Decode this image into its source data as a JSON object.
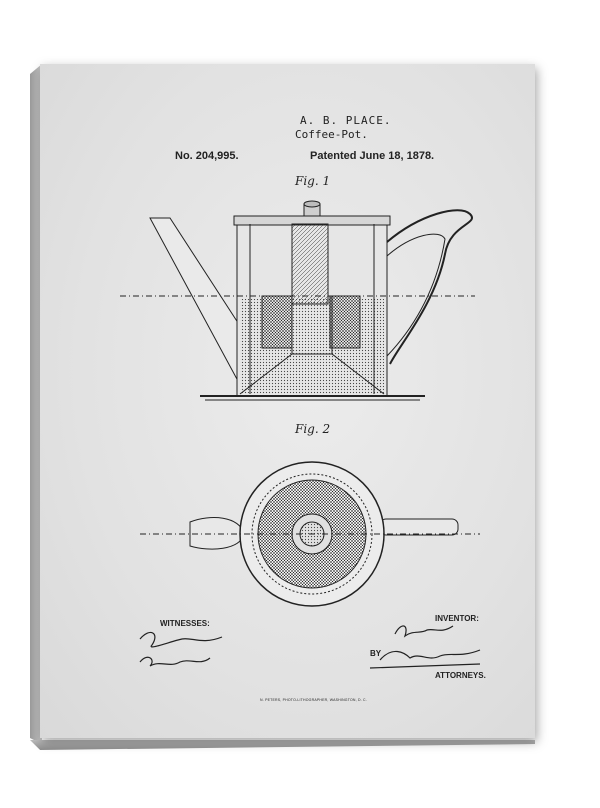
{
  "patent": {
    "inventor_name": "A. B. PLACE.",
    "title": "Coffee-Pot.",
    "number": "No. 204,995.",
    "date": "Patented June 18, 1878."
  },
  "figures": {
    "fig1_label": "Fig. 1",
    "fig2_label": "Fig. 2"
  },
  "footer": {
    "witnesses_label": "WITNESSES:",
    "inventor_label": "INVENTOR:",
    "by_label": "BY",
    "attorneys_label": "ATTORNEYS.",
    "printer_line": "N. PETERS, PHOTO-LITHOGRAPHER, WASHINGTON, D. C."
  }
}
